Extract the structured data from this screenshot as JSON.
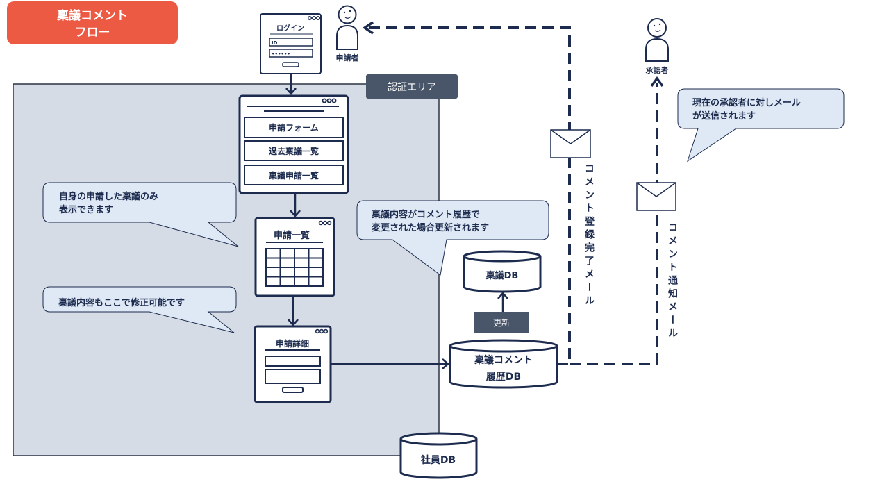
{
  "title": {
    "line1": "稟議コメント",
    "line2": "フロー"
  },
  "auth_area": {
    "label": "認証エリア"
  },
  "login_window": {
    "title": "ログイン",
    "id_field": "ID",
    "password_field": "••••••"
  },
  "actors": {
    "applicant": "申請者",
    "approver": "承認者"
  },
  "menu_window": {
    "items": [
      "申請フォーム",
      "過去稟議一覧",
      "稟議申請一覧"
    ]
  },
  "list_window": {
    "title": "申請一覧"
  },
  "detail_window": {
    "title": "申請詳細"
  },
  "databases": {
    "ringi_db": "稟議DB",
    "comment_history_db": {
      "line1": "稟議コメント",
      "line2": "履歴DB"
    },
    "employee_db": "社員DB"
  },
  "update_label": "更新",
  "callouts": [
    {
      "lines": [
        "自身の申請した稟議のみ",
        "表示できます"
      ]
    },
    {
      "lines": [
        "稟議内容もここで修正可能です"
      ]
    },
    {
      "lines": [
        "稟議内容がコメント履歴で",
        "変更された場合更新されます"
      ]
    },
    {
      "lines": [
        "現在の承認者に対しメール",
        "が送信されます"
      ]
    }
  ],
  "mail_labels": {
    "registration_complete": "コメント登録完了メール",
    "notification": "コメント通知メール"
  },
  "icons": {
    "applicant": "person-icon",
    "approver": "person-icon",
    "mail": "envelope-icon",
    "window_controls": "three-dots-icon"
  },
  "colors": {
    "title_badge": "#ec5a44",
    "auth_area": "#d6dce5",
    "label_box": "#495569",
    "stroke": "#1c2b4e",
    "callout": "#dfe9f5"
  }
}
